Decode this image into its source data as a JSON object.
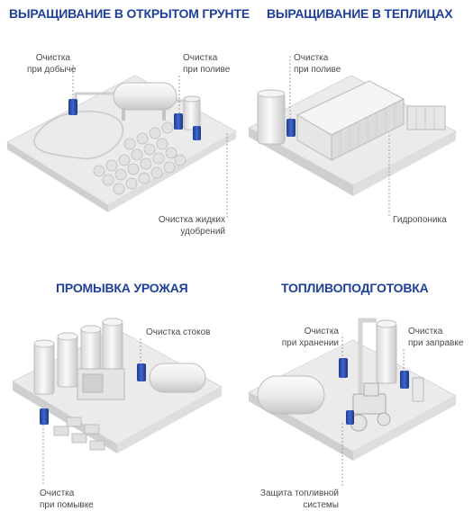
{
  "sections": [
    {
      "title": "ВЫРАЩИВАНИЕ В ОТКРЫТОМ ГРУНТЕ",
      "labels": [
        {
          "lines": [
            "Очистка",
            "при добыче"
          ]
        },
        {
          "lines": [
            "Очистка",
            "при поливе"
          ]
        },
        {
          "lines": [
            "Очистка жидких",
            "удобрений"
          ]
        }
      ]
    },
    {
      "title": "ВЫРАЩИВАНИЕ В ТЕПЛИЦАХ",
      "labels": [
        {
          "lines": [
            "Очистка",
            "при поливе"
          ]
        },
        {
          "lines": [
            "Гидропоника"
          ]
        }
      ]
    },
    {
      "title": "ПРОМЫВКА УРОЖАЯ",
      "labels": [
        {
          "lines": [
            "Очистка стоков"
          ]
        },
        {
          "lines": [
            "Очистка",
            "при помывке"
          ]
        }
      ]
    },
    {
      "title": "ТОПЛИВОПОДГОТОВКА",
      "labels": [
        {
          "lines": [
            "Очистка",
            "при хранении"
          ]
        },
        {
          "lines": [
            "Очистка",
            "при заправке"
          ]
        },
        {
          "lines": [
            "Защита топливной",
            "системы"
          ]
        }
      ]
    }
  ],
  "colors": {
    "title": "#1f3f9a",
    "filter": "#2b4fb0",
    "platform": "#ebebeb",
    "leader": "#8a8a8a"
  }
}
